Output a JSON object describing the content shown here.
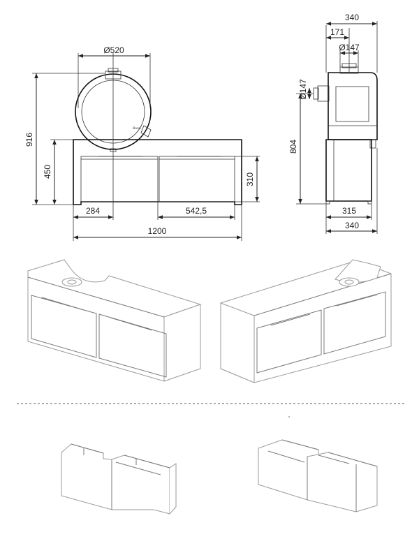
{
  "dimensions": {
    "front": {
      "stove_diameter": "Ø520",
      "total_height": "916",
      "base_height": "450",
      "drawer_height": "310",
      "offset_left": "284",
      "drawer_width": "542,5",
      "total_width": "1200"
    },
    "side": {
      "total_depth": "340",
      "flue_center": "171",
      "flue_top_diameter": "Ø147",
      "flue_rear_diameter": "Ø147",
      "flue_rear_height": "804",
      "base_depth": "315",
      "bottom_depth": "340"
    }
  },
  "brand_mark": "Rocal"
}
